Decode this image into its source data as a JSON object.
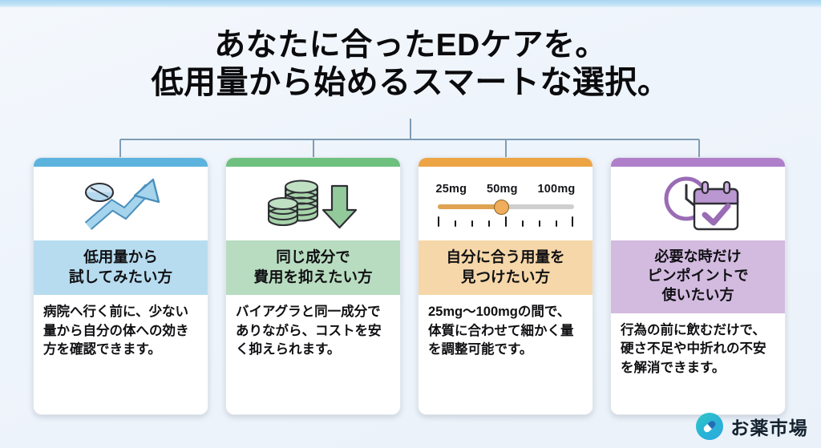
{
  "title": {
    "line1": "あなたに合ったEDケアを。",
    "line2": "低用量から始めるスマートな選択。"
  },
  "cards": [
    {
      "id": "low-dose-trial",
      "icon_name": "pill-with-rising-arrow-icon",
      "heading_line1": "低用量から",
      "heading_line2": "試してみたい方",
      "body": "病院へ行く前に、少ない量から自分の体への効き方を確認できます。",
      "accent_color": "#5cb3dd",
      "band_color": "#b7dcef"
    },
    {
      "id": "same-ingredient-lower-cost",
      "icon_name": "coin-stacks-with-down-arrow-icon",
      "heading_line1": "同じ成分で",
      "heading_line2": "費用を抑えたい方",
      "body": "バイアグラと同一成分でありながら、コストを安く抑えられます。",
      "accent_color": "#6ec07e",
      "band_color": "#b8dcc0"
    },
    {
      "id": "find-right-dose",
      "icon_name": "dose-slider-icon",
      "heading_line1": "自分に合う用量を",
      "heading_line2": "見つけたい方",
      "body": "25mg〜100mgの間で、体質に合わせて細かく量を調整可能です。",
      "accent_color": "#eda445",
      "band_color": "#f6d7a9"
    },
    {
      "id": "on-demand-use",
      "icon_name": "clock-calendar-check-icon",
      "heading_line1": "必要な時だけ",
      "heading_line2": "ピンポイントで",
      "heading_line3": "使いたい方",
      "body": "行為の前に飲むだけで、硬さ不足や中折れの不安を解消できます。",
      "accent_color": "#b07fc9",
      "band_color": "#d3bbe0"
    }
  ],
  "slider": {
    "labels": [
      "25mg",
      "50mg",
      "100mg"
    ],
    "value": "50mg",
    "min": "25mg",
    "max": "100mg",
    "fill_percent": 46
  },
  "logo": {
    "text": "お薬市場",
    "icon_name": "capsule-pill-icon",
    "color": "#29b3d6"
  }
}
